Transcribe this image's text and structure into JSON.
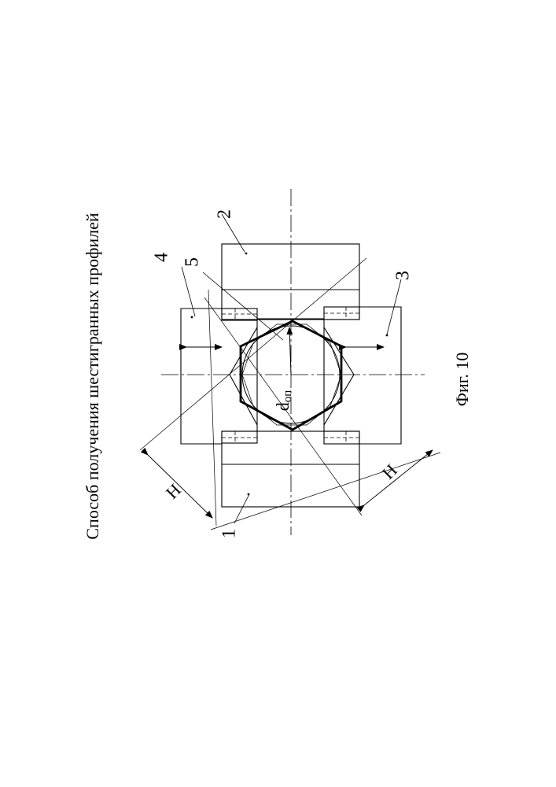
{
  "title": "Способ получения шестигранных профилей",
  "figure_caption": "Фиг. 10",
  "labels": {
    "part1": "1",
    "part2": "2",
    "part3": "3",
    "part4": "4",
    "part5": "5",
    "dimension_h_left": "H",
    "dimension_h_right": "H",
    "d_main": "d",
    "d_sub": "оп"
  },
  "colors": {
    "ink": "#000000",
    "paper": "#ffffff"
  }
}
